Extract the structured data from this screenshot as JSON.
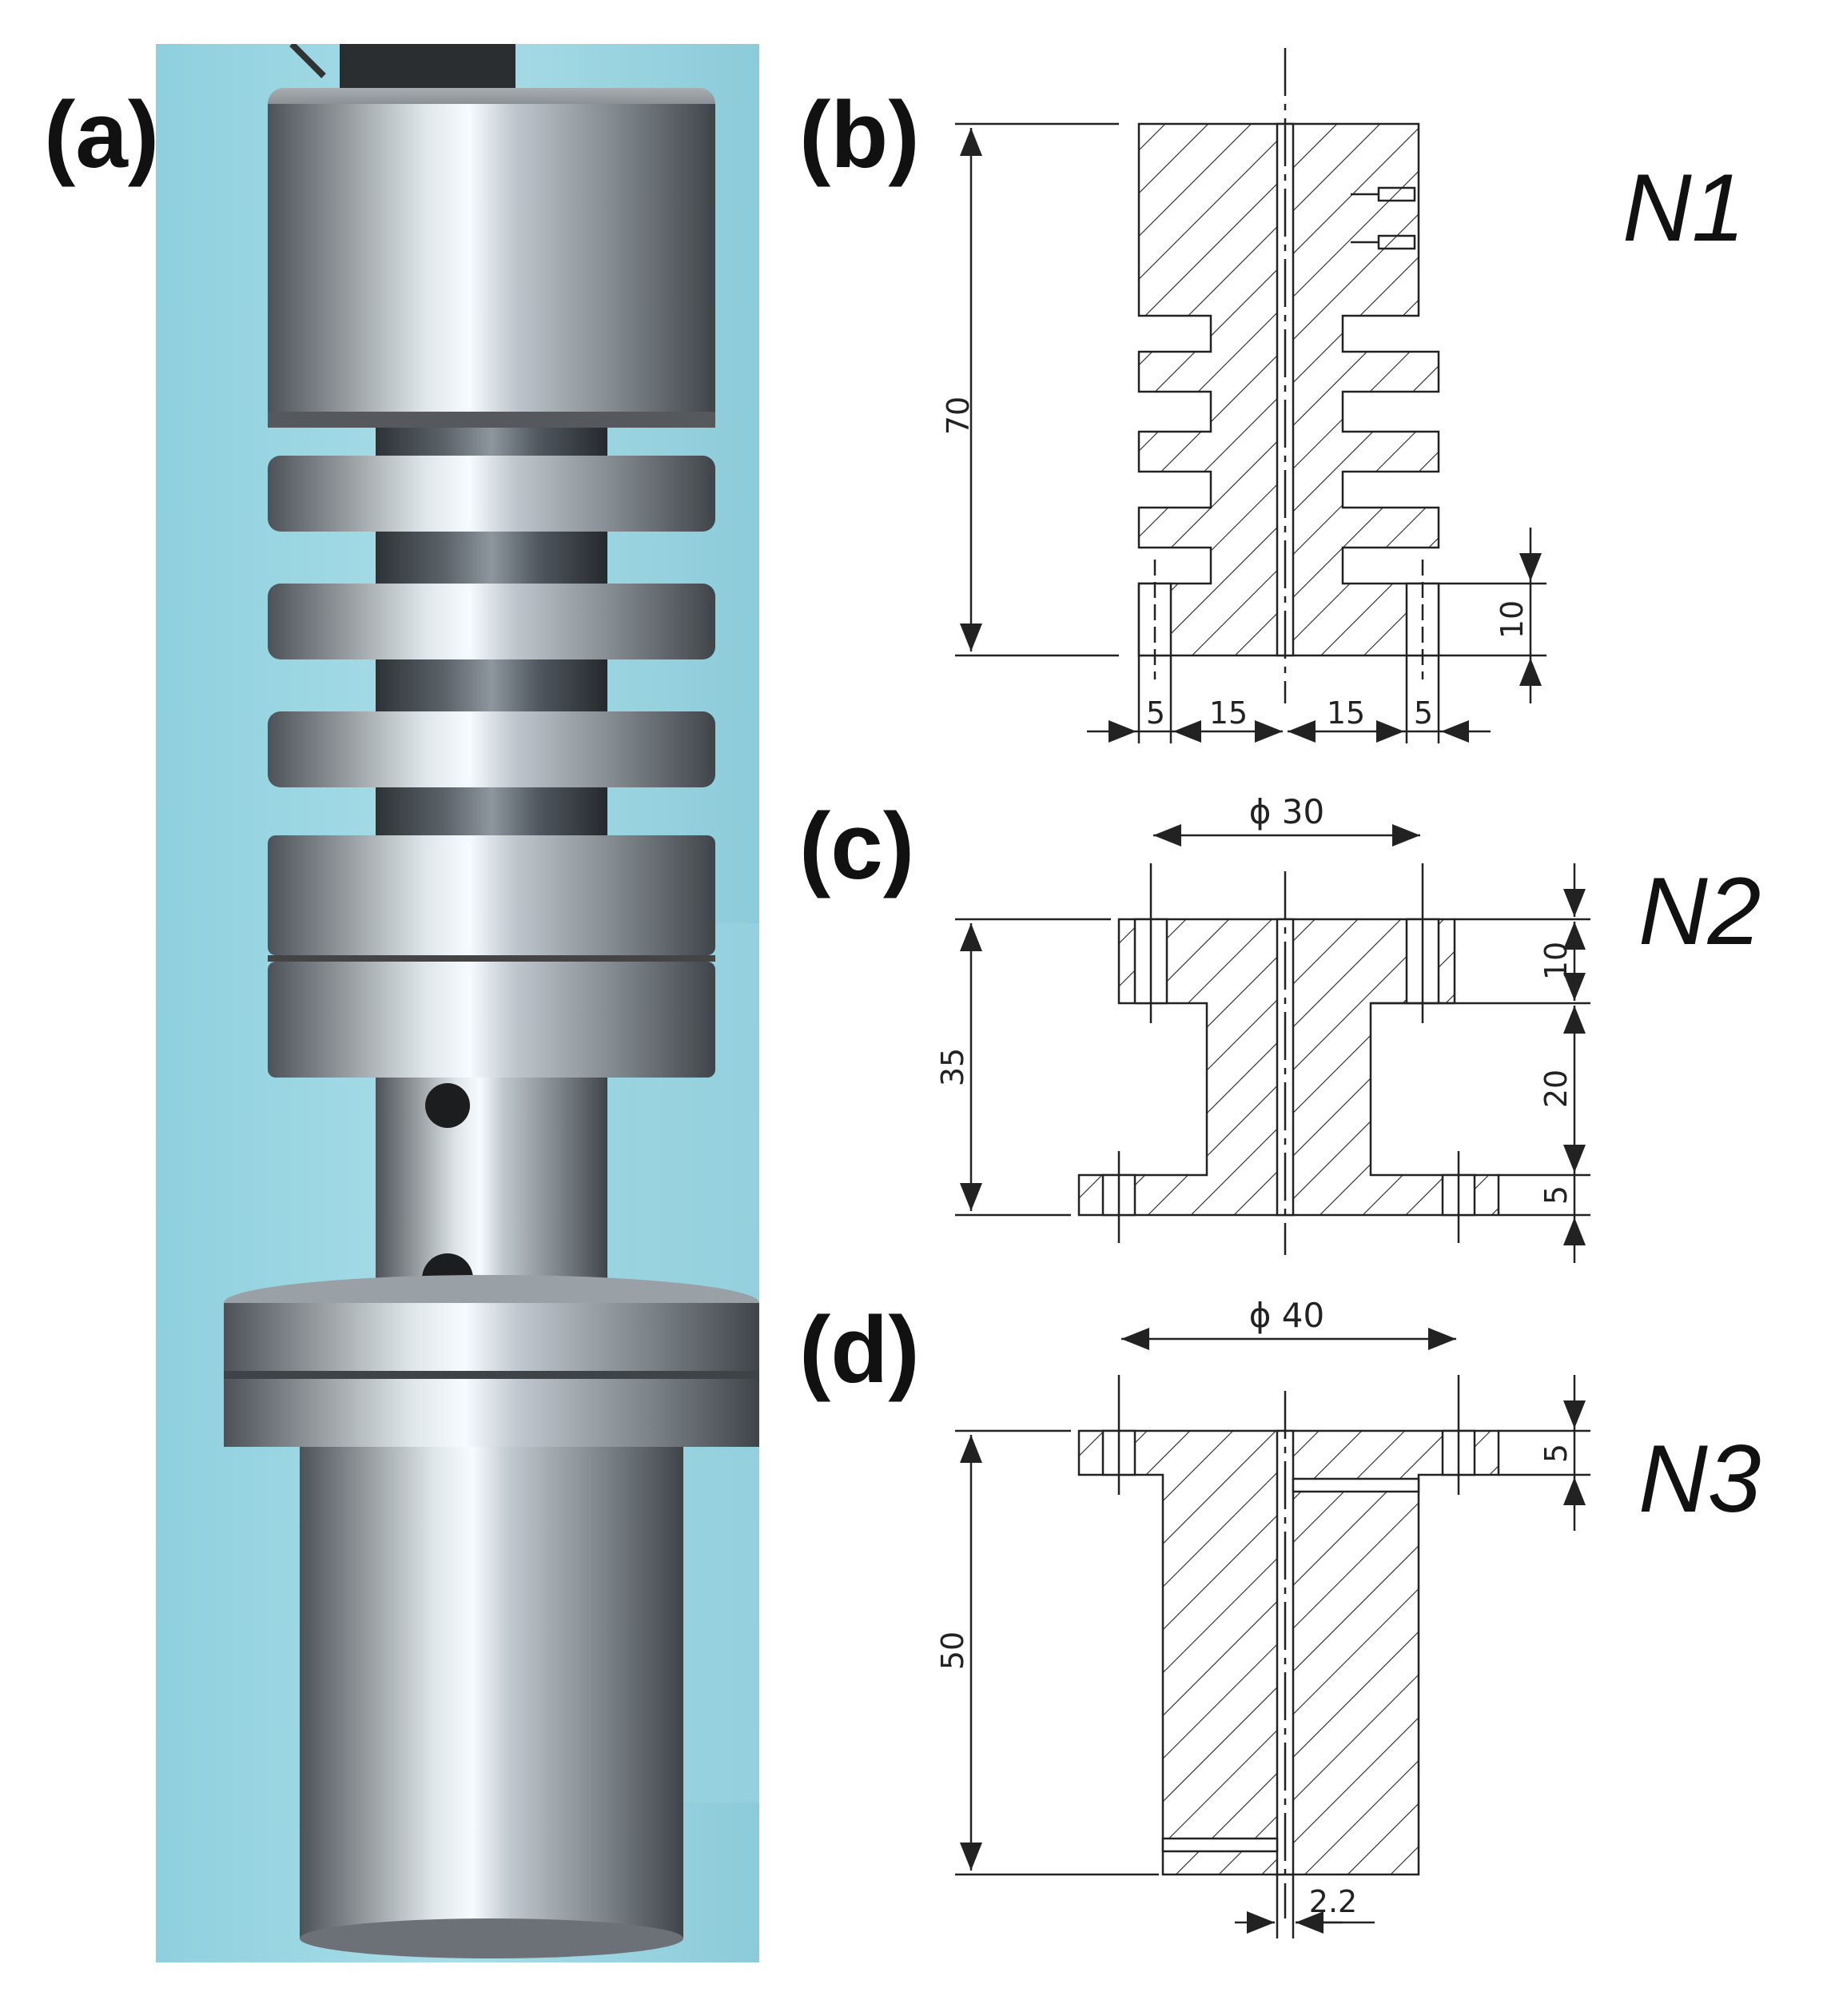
{
  "figure": {
    "panels": {
      "a": {
        "label": "(a)"
      },
      "b": {
        "label": "(b)",
        "part": "N1"
      },
      "c": {
        "label": "(c)",
        "part": "N2"
      },
      "d": {
        "label": "(d)",
        "part": "N3"
      }
    },
    "dimensions": {
      "b": {
        "height": "70",
        "base": "10",
        "w1": "5",
        "w2": "15",
        "w3": "15",
        "w4": "5"
      },
      "c": {
        "diameter": "ϕ 30",
        "height": "35",
        "top": "10",
        "mid": "20",
        "bottom": "5"
      },
      "d": {
        "diameter": "ϕ 40",
        "height": "50",
        "top": "5",
        "bore": "2.2"
      }
    }
  }
}
